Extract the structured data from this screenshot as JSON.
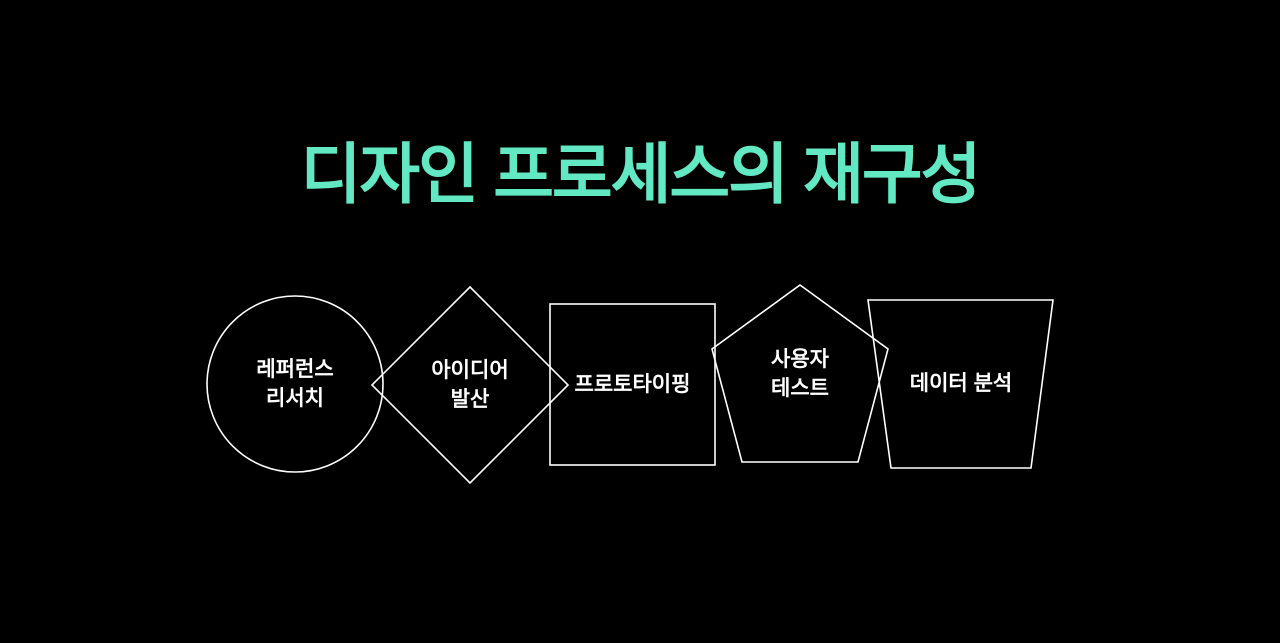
{
  "title": "디자인 프로세스의 재구성",
  "colors": {
    "background": "#000000",
    "title": "#62E9C4",
    "shape_outline": "#FFFFFF",
    "label_text": "#FFFFFF"
  },
  "steps": [
    {
      "shape": "circle",
      "label": "레퍼런스\n리서치"
    },
    {
      "shape": "diamond",
      "label": "아이디어\n발산"
    },
    {
      "shape": "square",
      "label": "프로토타이핑"
    },
    {
      "shape": "pentagon",
      "label": "사용자\n테스트"
    },
    {
      "shape": "trapezoid",
      "label": "데이터 분석"
    }
  ]
}
